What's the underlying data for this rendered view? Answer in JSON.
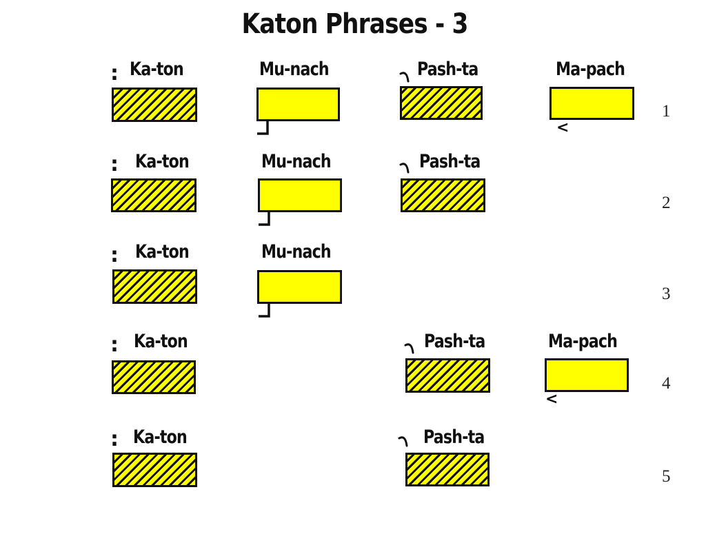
{
  "title": "Katon Phrases - 3",
  "colors": {
    "fill": "#ffff00",
    "stroke": "#111111",
    "hatched_meaning": "disjunctive",
    "plain_meaning": "conjunctive"
  },
  "trope_names": {
    "katon": "Ka-ton",
    "munach": "Mu-nach",
    "pashta": "Pash-ta",
    "mapach": "Ma-pach"
  },
  "marks": {
    "katon": ":",
    "mapach": "<"
  },
  "rows": [
    {
      "number": "1",
      "items": [
        "Ka-ton",
        "Mu-nach",
        "Pash-ta",
        "Ma-pach"
      ]
    },
    {
      "number": "2",
      "items": [
        "Ka-ton",
        "Mu-nach",
        "Pash-ta"
      ]
    },
    {
      "number": "3",
      "items": [
        "Ka-ton",
        "Mu-nach"
      ]
    },
    {
      "number": "4",
      "items": [
        "Ka-ton",
        "Pash-ta",
        "Ma-pach"
      ]
    },
    {
      "number": "5",
      "items": [
        "Ka-ton",
        "Pash-ta"
      ]
    }
  ]
}
